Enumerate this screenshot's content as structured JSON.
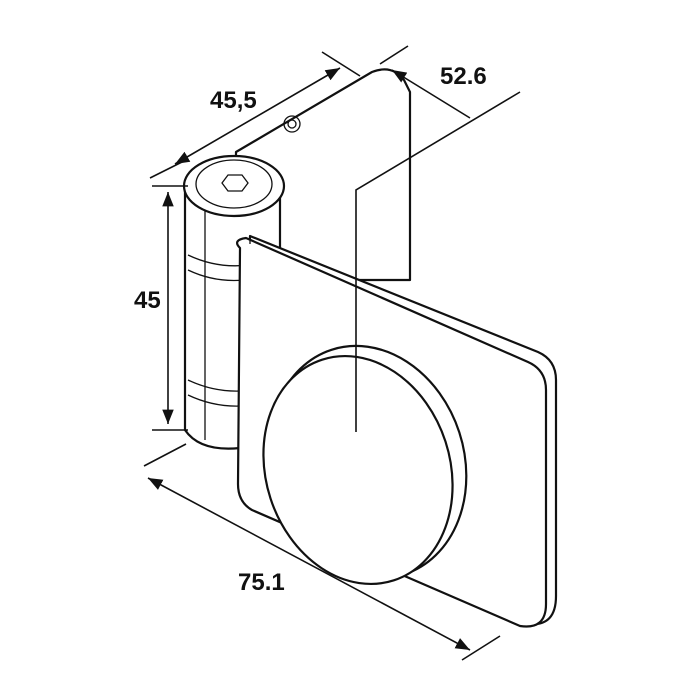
{
  "dimensions": {
    "depth": "45,5",
    "width_top": "52.6",
    "height": "45",
    "length": "75.1"
  },
  "colors": {
    "line": "#111111",
    "background": "#ffffff"
  }
}
